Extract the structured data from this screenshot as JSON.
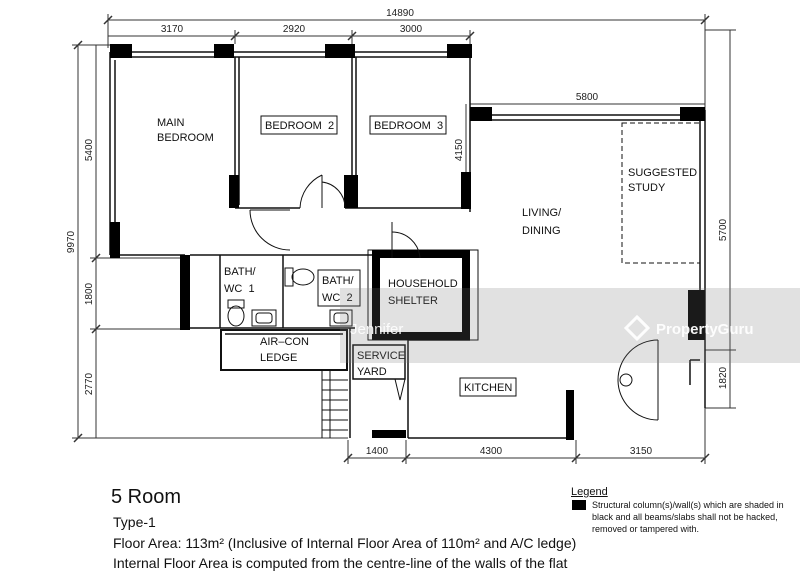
{
  "dimensions": {
    "overall_width": "14890",
    "top_segments": [
      "3170",
      "2920",
      "3000"
    ],
    "living_width": "5800",
    "left_overall": "9970",
    "left_top": "5400",
    "left_middle": "1800",
    "left_bottom": "2770",
    "living_height": "4150",
    "right_upper": "5700",
    "right_lower": "1820",
    "bottom_segments": [
      "1400",
      "4300",
      "3150"
    ]
  },
  "rooms": {
    "main_bedroom": [
      "MAIN",
      "BEDROOM"
    ],
    "bedroom_2": "BEDROOM  2",
    "bedroom_3": "BEDROOM  3",
    "living_dining": [
      "LIVING/",
      "DINING"
    ],
    "suggested_study": [
      "SUGGESTED",
      "STUDY"
    ],
    "bath_wc_1": [
      "BATH/",
      "WC  1"
    ],
    "bath_wc_2": [
      "BATH/",
      "WC  2"
    ],
    "household_shelter": [
      "HOUSEHOLD",
      "SHELTER"
    ],
    "air_con_ledge": [
      "AIR–CON",
      "LEDGE"
    ],
    "service_yard": [
      "SERVICE",
      "YARD"
    ],
    "kitchen": "KITCHEN"
  },
  "watermarks": {
    "agent": "Jennifer",
    "brand": "PropertyGuru"
  },
  "info": {
    "title": "5 Room",
    "type": "Type-1",
    "floor_area": "Floor Area: 113m² (Inclusive of Internal Floor Area of 110m² and A/C ledge)",
    "internal_note": "Internal Floor Area is computed from the centre-line of the walls of the flat"
  },
  "legend": {
    "title": "Legend",
    "text": "Structural column(s)/wall(s) which are shaded in black and all beams/slabs shall not be hacked, removed or tampered with."
  }
}
